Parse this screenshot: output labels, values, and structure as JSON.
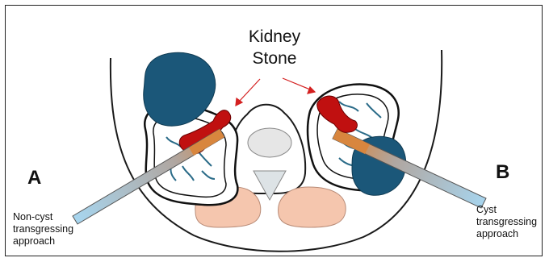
{
  "labels": {
    "title_line1": "Kidney",
    "title_line2": "Stone",
    "side_a": "A",
    "side_b": "B",
    "left_caption": [
      "Non-cyst",
      "transgressing",
      "approach"
    ],
    "right_caption": [
      "Cyst",
      "transgressing",
      "approach"
    ]
  },
  "colors": {
    "cyst": "#1b5779",
    "stone": "#c01010",
    "calyx_lines": "#2a6b88",
    "vertebra_body": "#e6e6e6",
    "spinal_canal": "#dde3e6",
    "psoas_muscle": "#f5c6ae",
    "arrow": "#d42020",
    "needle_tip": "#d8863e",
    "needle_shaft": "#9fcbe6"
  }
}
